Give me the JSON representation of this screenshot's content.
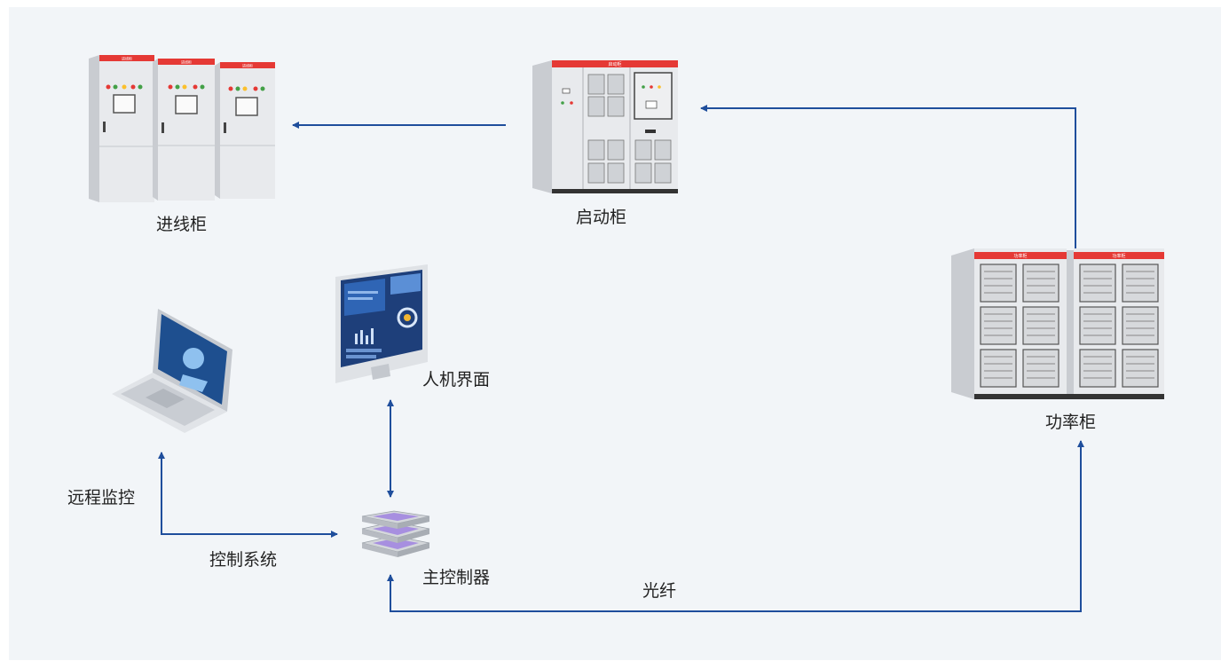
{
  "nodes": {
    "incoming": "进线柜",
    "starter": "启动柜",
    "power": "功率柜",
    "hmi": "人机界面",
    "remote": "远程监控",
    "controller": "主控制器"
  },
  "edges": {
    "control_system": "控制系统",
    "fiber": "光纤"
  },
  "plates": {
    "incoming": "进线柜",
    "starter": "启动柜",
    "power": "功率柜"
  },
  "colors": {
    "line": "#1f4e9c",
    "background": "#f2f5f8",
    "cabinet_top": "#e53935",
    "cabinet_body": "#e6e8eb"
  }
}
